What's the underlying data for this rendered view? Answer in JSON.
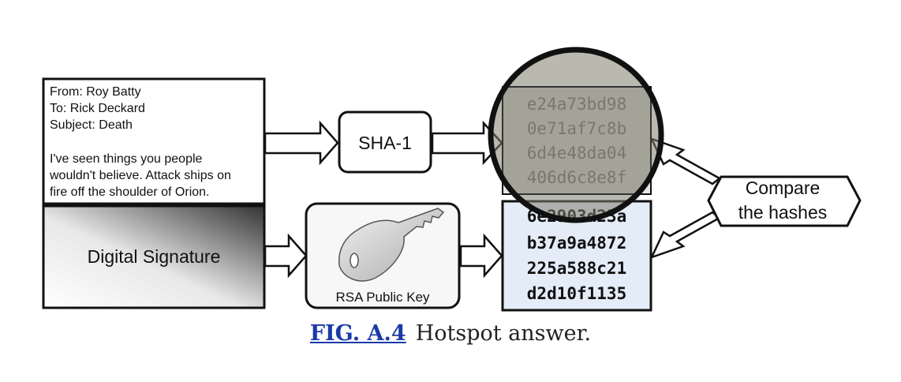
{
  "email": {
    "from": "From: Roy Batty",
    "to": "To: Rick Deckard",
    "subject": "Subject: Death",
    "body": [
      "I've seen things you people",
      "wouldn't believe. Attack ships on",
      "fire off the shoulder of Orion."
    ]
  },
  "signature_label": "Digital Signature",
  "sha_label": "SHA-1",
  "rsa_label": "RSA Public Key",
  "hash_top": [
    "e24a73bd98",
    "0e71af7c8b",
    "6d4e48da04",
    "406d6c8e8f"
  ],
  "hash_bottom": [
    "6e2903d23a",
    "b37a9a4872",
    "225a588c21",
    "d2d10f1135"
  ],
  "compare_label": [
    "Compare",
    "the hashes"
  ],
  "caption": {
    "fig": "FIG. A.4",
    "text": "Hotspot answer."
  },
  "colors": {
    "hash_highlight": "#8a8a7c",
    "hash_box_bottom": "#e4ecf7",
    "caption_link": "#1a3aa8"
  }
}
